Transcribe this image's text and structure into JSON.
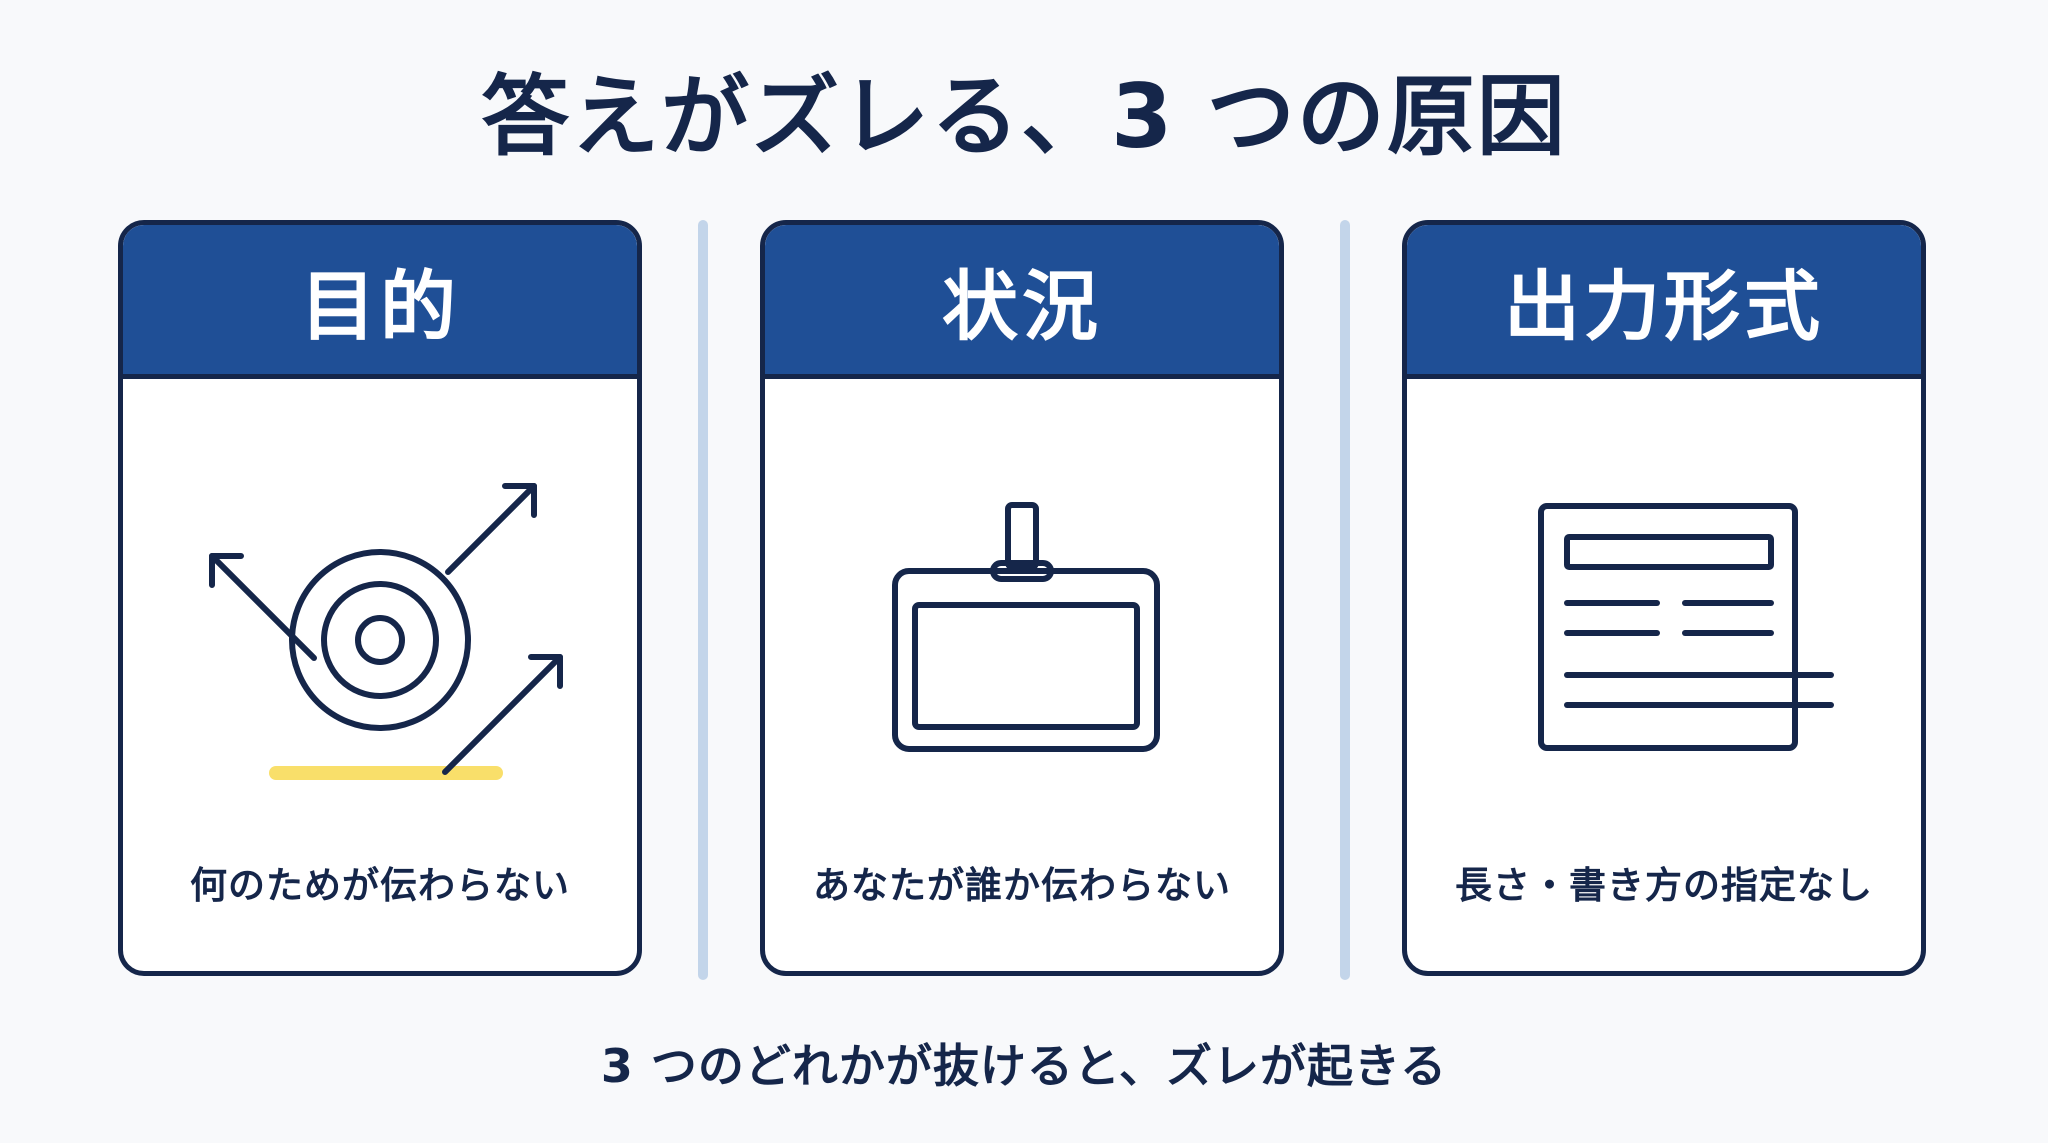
{
  "title": "答えがズレる、3 つの原因",
  "cards": [
    {
      "heading": "目的",
      "caption": "何のためが伝わらない",
      "icon": "target-arrows-icon"
    },
    {
      "heading": "状況",
      "caption": "あなたが誰か伝わらない",
      "icon": "id-badge-icon"
    },
    {
      "heading": "出力形式",
      "caption": "長さ・書き方の指定なし",
      "icon": "document-format-icon"
    }
  ],
  "footer": "3 つのどれかが抜けると、ズレが起きる",
  "colors": {
    "navy": "#15264a",
    "header_blue": "#1f4f96",
    "divider": "#c3d5ea",
    "highlight_yellow": "#f9df6a"
  }
}
